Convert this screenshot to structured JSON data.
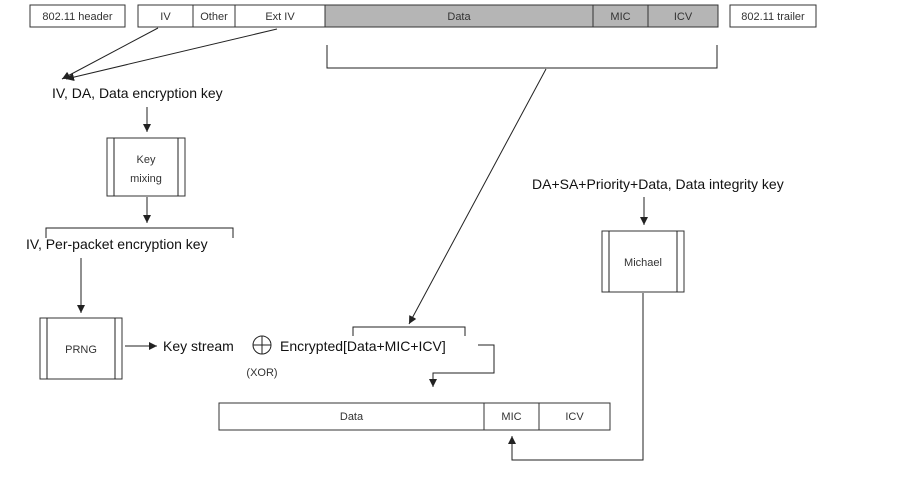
{
  "frame_top": {
    "header": "802.11 header",
    "iv": "IV",
    "other": "Other",
    "ext_iv": "Ext IV",
    "data": "Data",
    "mic": "MIC",
    "icv": "ICV",
    "trailer": "802.11 trailer"
  },
  "labels": {
    "iv_da_key": "IV, DA, Data encryption key",
    "key_mixing_line1": "Key",
    "key_mixing_line2": "mixing",
    "per_packet_key": "IV, Per-packet encryption key",
    "prng": "PRNG",
    "key_stream": "Key stream",
    "xor": "(XOR)",
    "encrypted": "Encrypted[Data+MIC+ICV]",
    "michael_input": "DA+SA+Priority+Data, Data integrity key",
    "michael": "Michael"
  },
  "frame_bottom": {
    "data": "Data",
    "mic": "MIC",
    "icv": "ICV"
  },
  "colors": {
    "data_fill": "#b5b5b5",
    "stroke": "#333333"
  }
}
